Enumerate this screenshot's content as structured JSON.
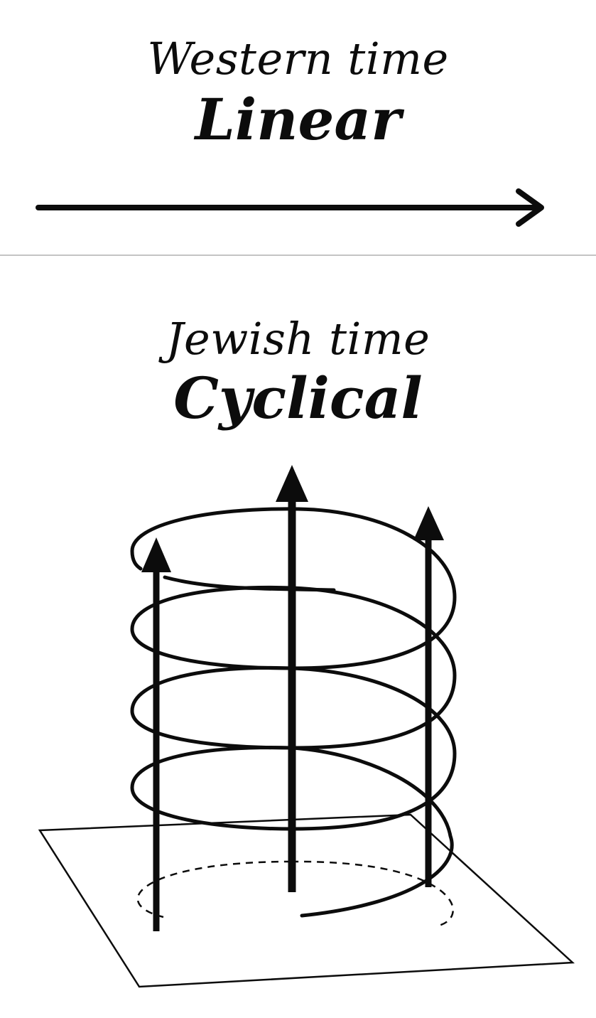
{
  "western": {
    "subtitle": "Western time",
    "title": "Linear"
  },
  "jewish": {
    "subtitle": "Jewish time",
    "title": "Cyclical"
  },
  "colors": {
    "ink": "#0c0c0c",
    "divider": "#c4c4c4",
    "background": "#ffffff"
  }
}
